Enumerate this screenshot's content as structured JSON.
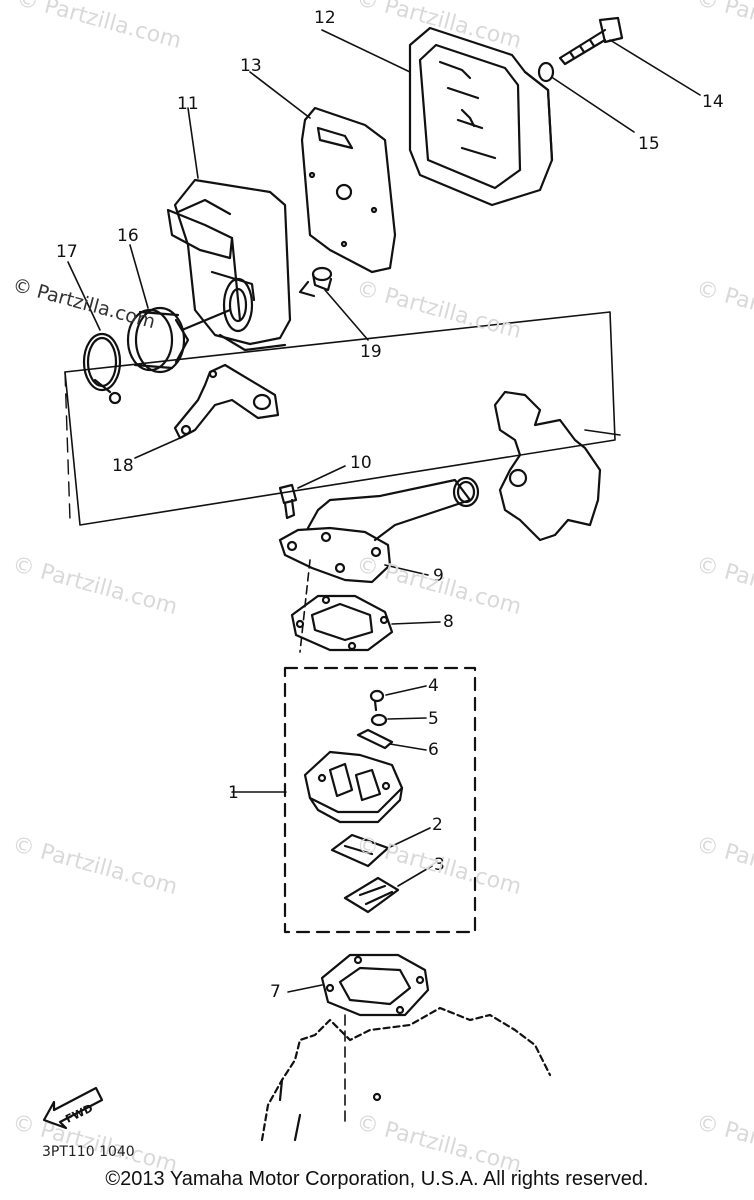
{
  "watermark": {
    "text": "© Partzilla.com"
  },
  "callouts": [
    "1",
    "2",
    "3",
    "4",
    "5",
    "6",
    "7",
    "8",
    "9",
    "10",
    "11",
    "12",
    "13",
    "14",
    "15",
    "16",
    "17",
    "18",
    "19"
  ],
  "fwd_label": "FWD",
  "drawing_code": "3PT110 1040",
  "footer": "©2013  Yamaha Motor Corporation, U.S.A. All rights reserved."
}
